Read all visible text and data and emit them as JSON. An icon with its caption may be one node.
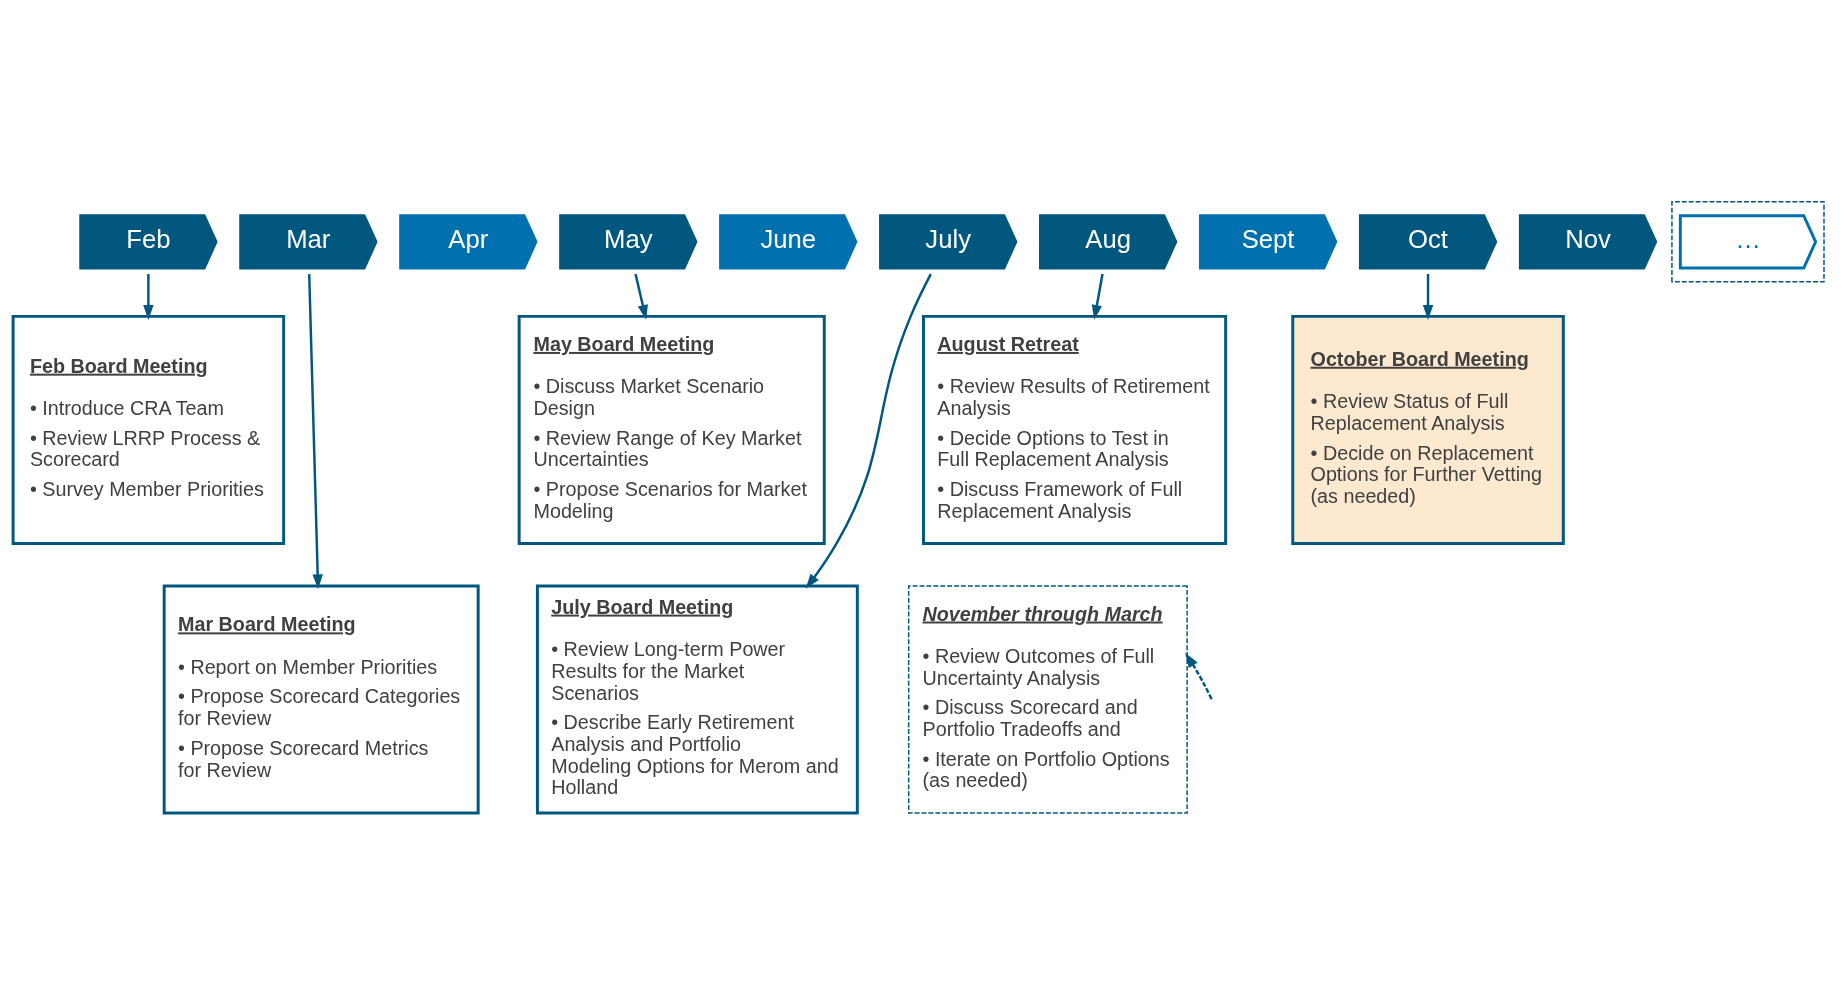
{
  "diagram": {
    "nodes": [
      {
        "text": [
          "Feb"
        ]
      },
      {
        "text": [
          "Mar"
        ]
      },
      {
        "text": [
          "Apr"
        ]
      },
      {
        "text": [
          "May"
        ]
      },
      {
        "text": [
          "June"
        ]
      },
      {
        "text": [
          "July"
        ]
      },
      {
        "text": [
          "Aug"
        ]
      },
      {
        "text": [
          "Sept"
        ]
      },
      {
        "text": [
          "Oct"
        ]
      },
      {
        "text": [
          "Nov"
        ]
      },
      {
        "text": [],
        "shape": "box"
      },
      {
        "text": [
          "…"
        ],
        "in": 10
      },
      {
        "text": [
          "Feb Board Meeting",
          "• Introduce CRA Team",
          "• Review LRRP Process & Scorecard",
          "• Survey Member Priorities"
        ]
      },
      {
        "text": [
          "May Board Meeting",
          "• Discuss Market Scenario Design",
          "• Review Range of Key Market Uncertainties",
          "• Propose Scenarios for Market Modeling"
        ]
      },
      {
        "text": [
          "August Retreat",
          "• Review Results of Retirement Analysis",
          "• Decide Options to Test in Full Replacement Analysis",
          "• Discuss Framework of Full Replacement Analysis"
        ]
      },
      {
        "text": [
          "October Board Meeting",
          "• Review Status of Full Replacement Analysis",
          "• Decide on Replacement Options for Further Vetting (as needed)"
        ]
      },
      {
        "text": [
          "Mar Board Meeting",
          "• Report on Member Priorities",
          "• Propose Scorecard Categories for Review",
          "• Propose Scorecard Metrics for Review"
        ]
      },
      {
        "text": [
          "July Board Meeting",
          "• Review Long-term Power Results for the Market Scenarios",
          "• Describe Early Retirement Analysis and Portfolio Modeling Options for Merom and Holland"
        ]
      },
      {
        "text": [
          "November through March",
          "• Review Outcomes of Full Uncertainty Analysis",
          "• Discuss Scorecard and Portfolio Tradeoffs and",
          "• Iterate on Portfolio Options (as needed)"
        ]
      }
    ],
    "edges": [
      {
        "from": 0,
        "to": 12,
        "arrow": "to"
      },
      {
        "from": 1,
        "to": 16,
        "arrow": "to"
      },
      {
        "from": 3,
        "to": 13,
        "arrow": "to"
      },
      {
        "from": 5,
        "to": 17,
        "arrow": "to"
      },
      {
        "from": 6,
        "to": 14,
        "arrow": "to"
      },
      {
        "from": 8,
        "to": 15,
        "arrow": "to"
      },
      {
        "from": null,
        "to": 18,
        "arrow": "to",
        "style": "dashed"
      }
    ]
  }
}
